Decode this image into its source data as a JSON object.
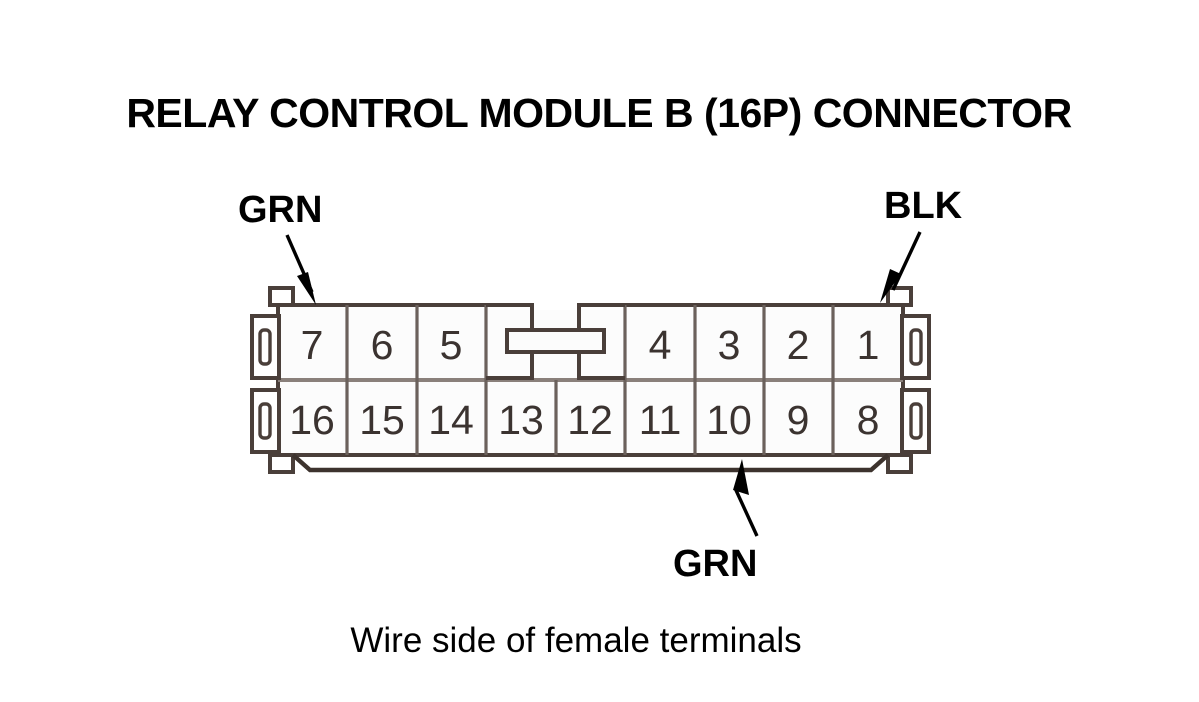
{
  "figure": {
    "title": "RELAY CONTROL MODULE B (16P) CONNECTOR",
    "caption": "Wire side of female terminals",
    "background_color": "#FFFFFF",
    "line_color": "#4A3F3A",
    "text_color": "#000000",
    "pin_text_color": "#3B3330"
  },
  "connector": {
    "name": "Relay Control Module B",
    "cavity_count": "16P",
    "pin_count": 16,
    "rows": [
      {
        "row_name": "top-row",
        "cells": [
          {
            "label": "7",
            "type": "pin"
          },
          {
            "label": "6",
            "type": "pin"
          },
          {
            "label": "5",
            "type": "pin"
          },
          {
            "label": "",
            "type": "latch"
          },
          {
            "label": "",
            "type": "latch"
          },
          {
            "label": "4",
            "type": "pin"
          },
          {
            "label": "3",
            "type": "pin"
          },
          {
            "label": "2",
            "type": "pin"
          },
          {
            "label": "1",
            "type": "pin"
          }
        ]
      },
      {
        "row_name": "bottom-row",
        "cells": [
          {
            "label": "16",
            "type": "pin"
          },
          {
            "label": "15",
            "type": "pin"
          },
          {
            "label": "14",
            "type": "pin"
          },
          {
            "label": "13",
            "type": "pin"
          },
          {
            "label": "12",
            "type": "pin"
          },
          {
            "label": "11",
            "type": "pin"
          },
          {
            "label": "10",
            "type": "pin"
          },
          {
            "label": "9",
            "type": "pin"
          },
          {
            "label": "8",
            "type": "pin"
          }
        ]
      }
    ]
  },
  "wire_callouts": [
    {
      "id": "callout-grn-top-left",
      "label": "GRN",
      "points_to_pin": "7",
      "position": "top-left",
      "arrow_direction": "down-right"
    },
    {
      "id": "callout-blk-top-right",
      "label": "BLK",
      "points_to_pin": "1",
      "position": "top-right",
      "arrow_direction": "down-left"
    },
    {
      "id": "callout-grn-bottom",
      "label": "GRN",
      "points_to_pin": "10",
      "position": "bottom-center",
      "arrow_direction": "up-left"
    }
  ]
}
